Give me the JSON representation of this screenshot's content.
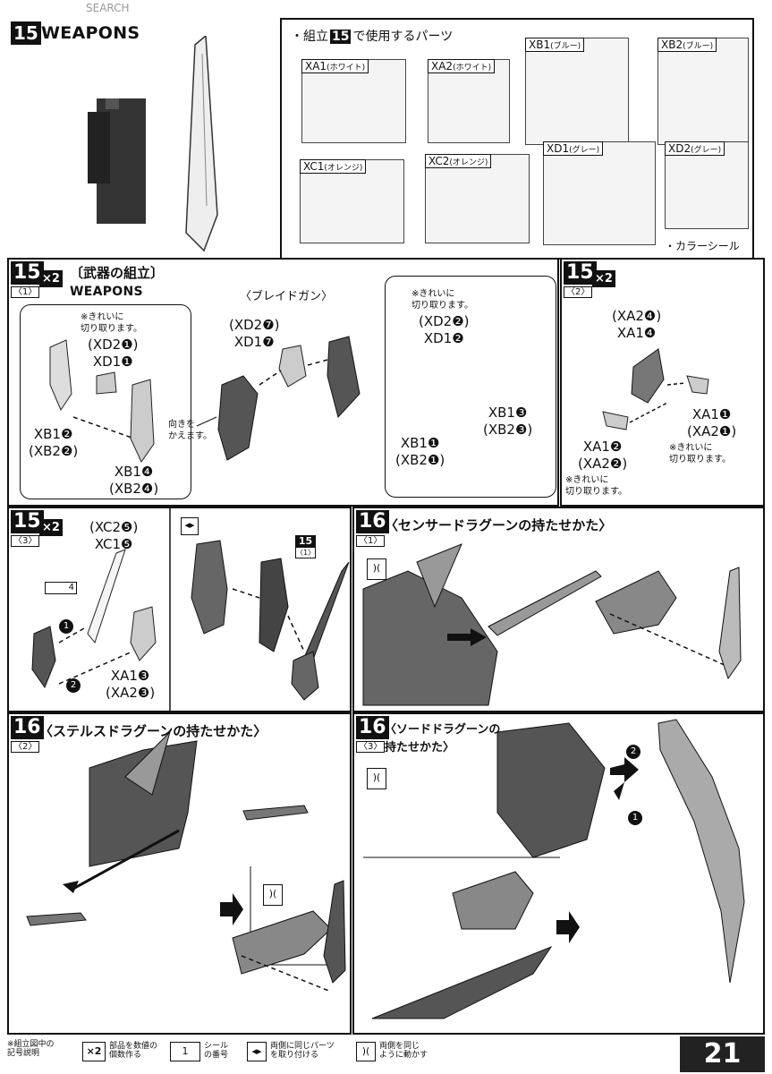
{
  "watermark": "SEARCH",
  "header": {
    "step": "15",
    "title": "WEAPONS"
  },
  "parts_intro": {
    "prefix": "・組立",
    "step": "15",
    "suffix": "で使用するパーツ"
  },
  "runners": [
    {
      "id": "XA1",
      "color": "(ホワイト)"
    },
    {
      "id": "XA2",
      "color": "(ホワイト)"
    },
    {
      "id": "XB1",
      "color": "(ブルー)"
    },
    {
      "id": "XB2",
      "color": "(ブルー)"
    },
    {
      "id": "XC1",
      "color": "(オレンジ)"
    },
    {
      "id": "XC2",
      "color": "(オレンジ)"
    },
    {
      "id": "XD1",
      "color": "(グレー)"
    },
    {
      "id": "XD2",
      "color": "(グレー)"
    }
  ],
  "color_seal": "・カラーシール",
  "step15_1": {
    "num": "15",
    "sub": "〈1〉",
    "mult": "×2",
    "title": "〔武器の組立〕",
    "subtitle": "WEAPONS",
    "gun_name": "〈ブレイドガン〉",
    "left_note": "※きれいに\n切り取ります。",
    "left_parts": "(XD2❶)\nXD1❶",
    "left_b": "XB1❷\n(XB2❷)",
    "left_c": "XB1❹\n(XB2❹)",
    "mid_parts": "(XD2❼)\nXD1❼",
    "turn_note": "向きを\nかえます。",
    "right_note": "※きれいに\n切り取ります。",
    "right_parts": "(XD2❷)\nXD1❷",
    "right_b": "XB1❸\n(XB2❸)",
    "right_c": "XB1❶\n(XB2❶)"
  },
  "step15_2": {
    "num": "15",
    "sub": "〈2〉",
    "mult": "×2",
    "parts_top": "(XA2❹)\nXA1❹",
    "parts_right": "XA1❶\n(XA2❶)",
    "note_right": "※きれいに\n切り取ります。",
    "parts_left": "XA1❷\n(XA2❷)",
    "note_left": "※きれいに\n切り取ります。"
  },
  "step15_3": {
    "num": "15",
    "sub": "〈3〉",
    "mult": "×2",
    "parts_top": "(XC2❺)\nXC1❺",
    "seal": "4",
    "arrow1": "1",
    "arrow2": "2",
    "parts_bottom": "XA1❸\n(XA2❸)",
    "ref_step": "15",
    "ref_sub": "〈1〉"
  },
  "step16_1": {
    "num": "16",
    "sub": "〈1〉",
    "title": "〈センサードラグーンの持たせかた〉"
  },
  "step16_2": {
    "num": "16",
    "sub": "〈2〉",
    "title": "〈ステルスドラグーンの持たせかた〉"
  },
  "step16_3": {
    "num": "16",
    "sub": "〈3〉",
    "title": "〈ソードドラグーンの\n持たせかた〉",
    "arrow1": "1",
    "arrow2": "2"
  },
  "footer": {
    "legend_title": "※組立図中の\n記号説明",
    "items": [
      {
        "icon": "×2",
        "text": "部品を数値の\n個数作る"
      },
      {
        "icon": "1",
        "text": "シール\nの番号"
      },
      {
        "icon": "◂▸",
        "text": "両側に同じパーツ\nを取り付ける"
      },
      {
        "icon": ")(",
        "text": "両側を同じ\nように動かす"
      }
    ],
    "page": "21"
  }
}
